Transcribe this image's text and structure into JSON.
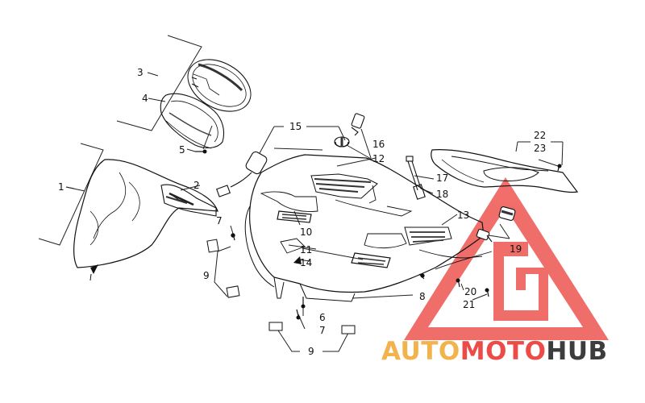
{
  "labels": {
    "p1": "1",
    "p2": "2",
    "p3": "3",
    "p4": "4",
    "p5": "5",
    "p6": "6",
    "p7a": "7",
    "p7b": "7",
    "p8": "8",
    "p9a": "9",
    "p9b": "9",
    "p10": "10",
    "p11": "11",
    "p12": "12",
    "p13": "13",
    "p14": "14",
    "p15": "15",
    "p16": "16",
    "p17": "17",
    "p18": "18",
    "p19": "19",
    "p20": "20",
    "p21": "21",
    "p22": "22",
    "p23": "23"
  },
  "watermark": {
    "part1": "AUTO",
    "part2": "MOTO",
    "part3": "HUB",
    "color1": "#f2b24c",
    "color2": "#ec4b47",
    "color3": "#3d3d3d",
    "triangle_color": "#ee5550"
  }
}
